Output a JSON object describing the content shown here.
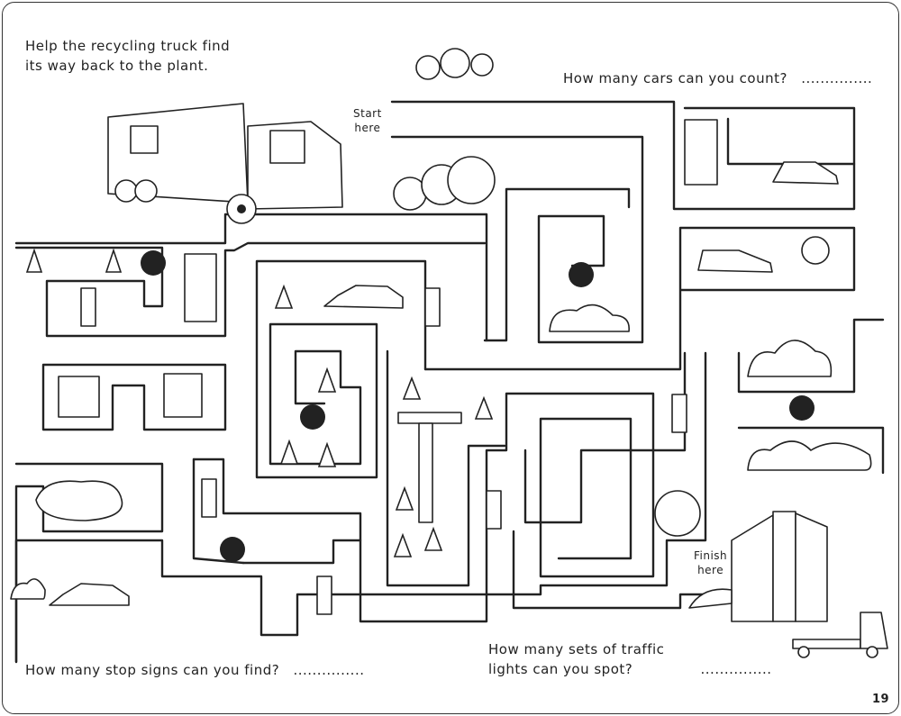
{
  "instructions": {
    "line1": "Help the recycling truck find",
    "line2": "its way back to the plant."
  },
  "questions": {
    "cars": "How many cars can you count?",
    "stop_signs": "How many stop signs can you find?",
    "traffic_lights_line1": "How many sets of traffic",
    "traffic_lights_line2": "lights can you spot?",
    "answer_blank": "..............."
  },
  "labels": {
    "start_line1": "Start",
    "start_line2": "here",
    "finish_line1": "Finish",
    "finish_line2": "here"
  },
  "page_number": "19",
  "icons": [
    "recycling-truck-icon",
    "tree-icon",
    "cone-icon",
    "stop-sign-icon",
    "traffic-light-icon",
    "building-icon",
    "car-icon",
    "cloud-icon",
    "crane-icon",
    "recycling-plant-icon",
    "pond-icon",
    "bench-icon",
    "flatbed-truck-icon"
  ]
}
